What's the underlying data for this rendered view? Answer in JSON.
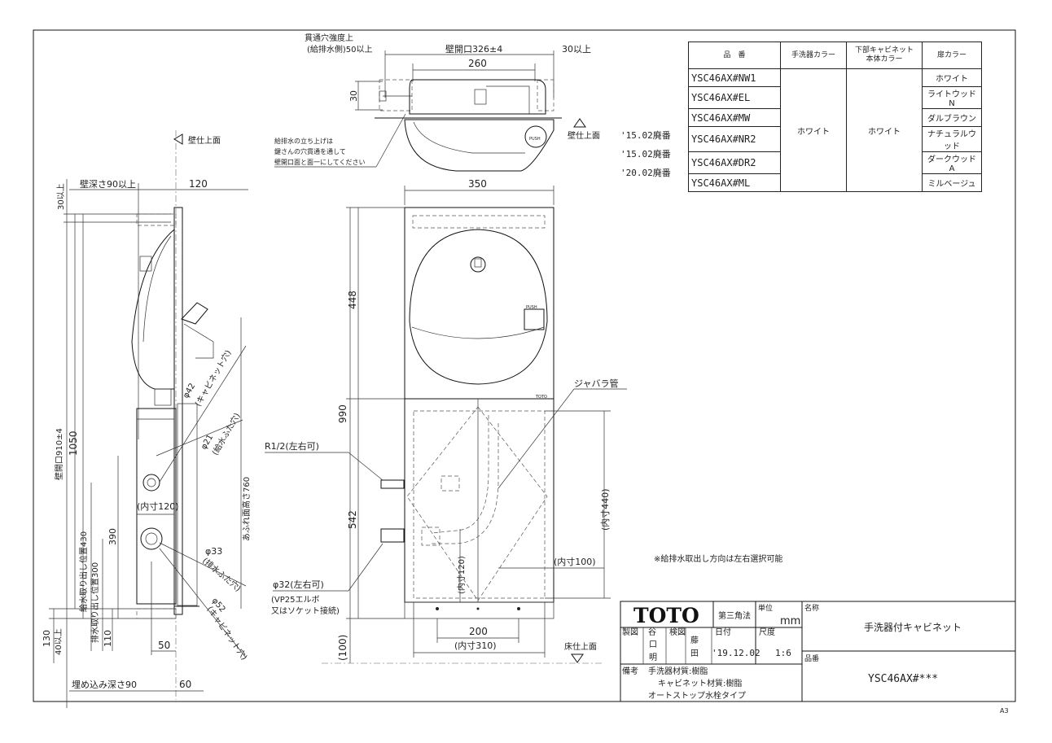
{
  "spec_table": {
    "headers": [
      "品　番",
      "手洗器カラー",
      "下部キャビネット\n本体カラー",
      "扉カラー"
    ],
    "rows": [
      {
        "code": "YSC46AX#NW1",
        "door": "ホワイト",
        "note": ""
      },
      {
        "code": "YSC46AX#EL",
        "door": "ライトウッドN",
        "note": ""
      },
      {
        "code": "YSC46AX#MW",
        "door": "ダルブラウン",
        "note": ""
      },
      {
        "code": "YSC46AX#NR2",
        "door": "ナチュラルウッド",
        "note": "'15.02廃番"
      },
      {
        "code": "YSC46AX#DR2",
        "door": "ダークウッドA",
        "note": "'15.02廃番"
      },
      {
        "code": "YSC46AX#ML",
        "door": "ミルベージュ",
        "note": "'20.02廃番"
      }
    ],
    "basin_color": "ホワイト",
    "cabinet_color": "ホワイト"
  },
  "top_view": {
    "through_hole_1": "貫通穴強度上",
    "through_hole_2": "(給排水側)50以上",
    "wall_opening": "壁開口326±4",
    "width_260": "260",
    "right_30": "30以上",
    "dim_30": "30",
    "wall_finish": "壁仕上面",
    "note_1": "給排水の立ち上げは",
    "note_2": "鍵さんの穴貫通を通して",
    "note_3": "壁開口面と面一にしてください"
  },
  "side_view": {
    "wall_finish": "壁仕上面",
    "wall_depth": "壁深さ90以上",
    "dim_120": "120",
    "dim_30_top": "30以上",
    "wall_opening_h": "壁開口910±4",
    "dim_1050": "1050",
    "phi42": "φ42",
    "cab_hole": "(キャビネット穴)",
    "phi21": "φ21",
    "supply_cap": "(給水ふた穴)",
    "inner120": "(内寸120)",
    "dim_390": "390",
    "phi33": "φ33",
    "drain_cap": "(排水ふた穴)",
    "phi52": "φ52",
    "cab_hole2": "(キャビネット穴)",
    "supply_height": "給水取り出し位置430",
    "drain_height": "排水取り出し位置300",
    "dim_110": "110",
    "dim_130": "130",
    "dim_40": "40以上",
    "dim_50": "50",
    "embed_depth": "埋め込み深さ90",
    "dim_60": "60",
    "open_height": "あふれ面高さ760"
  },
  "front_view": {
    "width_350": "350",
    "dim_448": "448",
    "dim_990": "990",
    "dim_542": "542",
    "dim_100": "(100)",
    "r12": "R1/2(左右可)",
    "bellows": "ジャバラ管",
    "inner1440": "(内寸440)",
    "inner100": "(内寸100)",
    "inner120": "(内寸120)",
    "phi32": "φ32(左右可)",
    "vp25_1": "(VP25エルボ",
    "vp25_2": "又はソケット接続)",
    "dim_200": "200",
    "inner310": "(内寸310)",
    "floor_finish": "床仕上面",
    "push": "PUSH",
    "toto_small": "TOTO"
  },
  "note_direction": "※給排水取出し方向は左右選択可能",
  "title_block": {
    "logo": "TOTO",
    "projection": "第三角法",
    "unit_label": "単位",
    "unit": "mm",
    "name_label": "名称",
    "name": "手洗器付キャビネット",
    "drawn_label": "製図",
    "drawn_1": "谷",
    "drawn_2": "口",
    "drawn_3": "明",
    "checked_label": "検図",
    "checked_1": "藤",
    "checked_2": "田",
    "date_label": "日付",
    "date": "'19.12.02",
    "scale_label": "尺度",
    "scale": "1:6",
    "code_label": "品番",
    "code": "YSC46AX#***",
    "remarks_label": "備考",
    "remark_1": "手洗器材質:樹脂",
    "remark_2": "キャビネット材質:樹脂",
    "remark_3": "オートストップ水栓タイプ"
  },
  "sheet_size": "A3"
}
